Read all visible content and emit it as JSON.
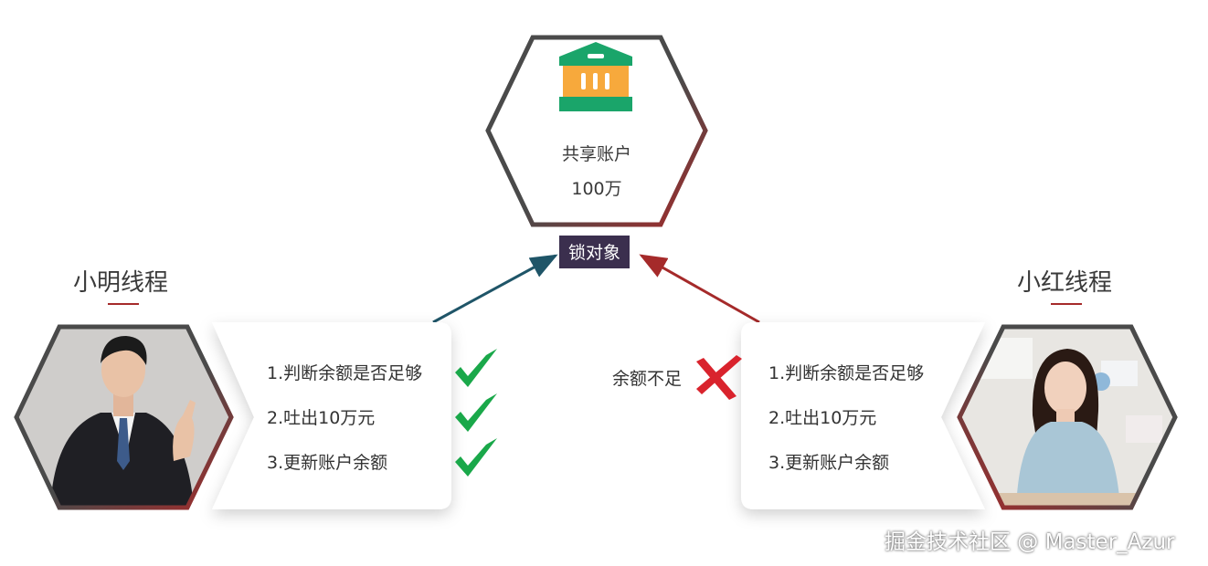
{
  "center": {
    "account_label": "共享账户",
    "balance": "100万",
    "lock_label": "锁对象"
  },
  "left": {
    "title": "小明线程",
    "steps": [
      "1.判断余额是否足够",
      "2.吐出10万元",
      "3.更新账户余额"
    ]
  },
  "right": {
    "title": "小红线程",
    "reject_label": "余额不足",
    "steps": [
      "1.判断余额是否足够",
      "2.吐出10万元",
      "3.更新账户余额"
    ]
  },
  "watermark": "掘金技术社区 @ Master_Azur",
  "colors": {
    "hex_border_dark": "#4a4a4a",
    "hex_border_red": "#a52a2a",
    "check_green": "#1aa84a",
    "cross_red": "#d9232d",
    "arrow_left": "#1f5568",
    "arrow_right": "#a52a2a",
    "lock_bg": "#3b2f4e"
  },
  "icons": {
    "bank": "bank-icon",
    "check": "check-icon",
    "cross": "cross-icon"
  }
}
